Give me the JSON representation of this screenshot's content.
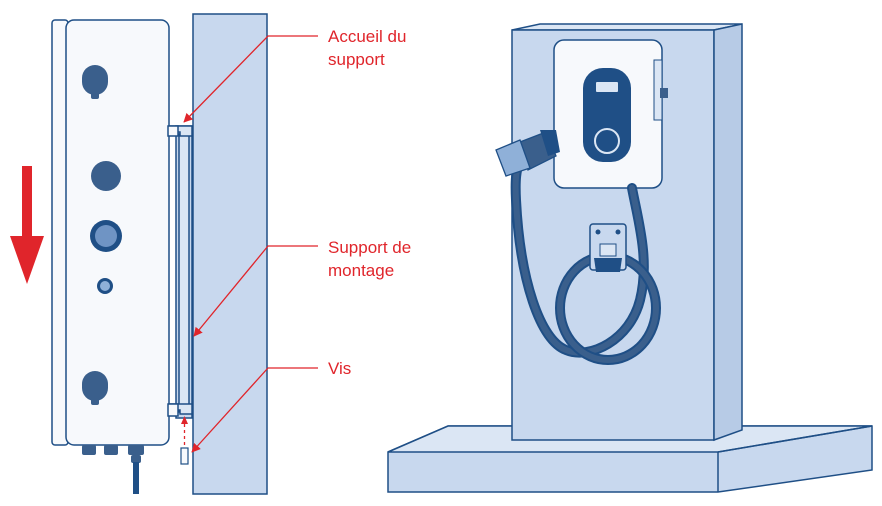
{
  "labels": {
    "accueil_line1": "Accueil du",
    "accueil_line2": "support",
    "support_line1": "Support de",
    "support_line2": "montage",
    "vis": "Vis"
  },
  "colors": {
    "callout_red": "#e0252b",
    "outline_blue": "#1f4f86",
    "fill_light": "#c8d8ee",
    "fill_white": "#f7f9fc",
    "cable_blue": "#3a5f8c"
  },
  "icons": {
    "direction_arrow": "down-arrow-icon"
  }
}
